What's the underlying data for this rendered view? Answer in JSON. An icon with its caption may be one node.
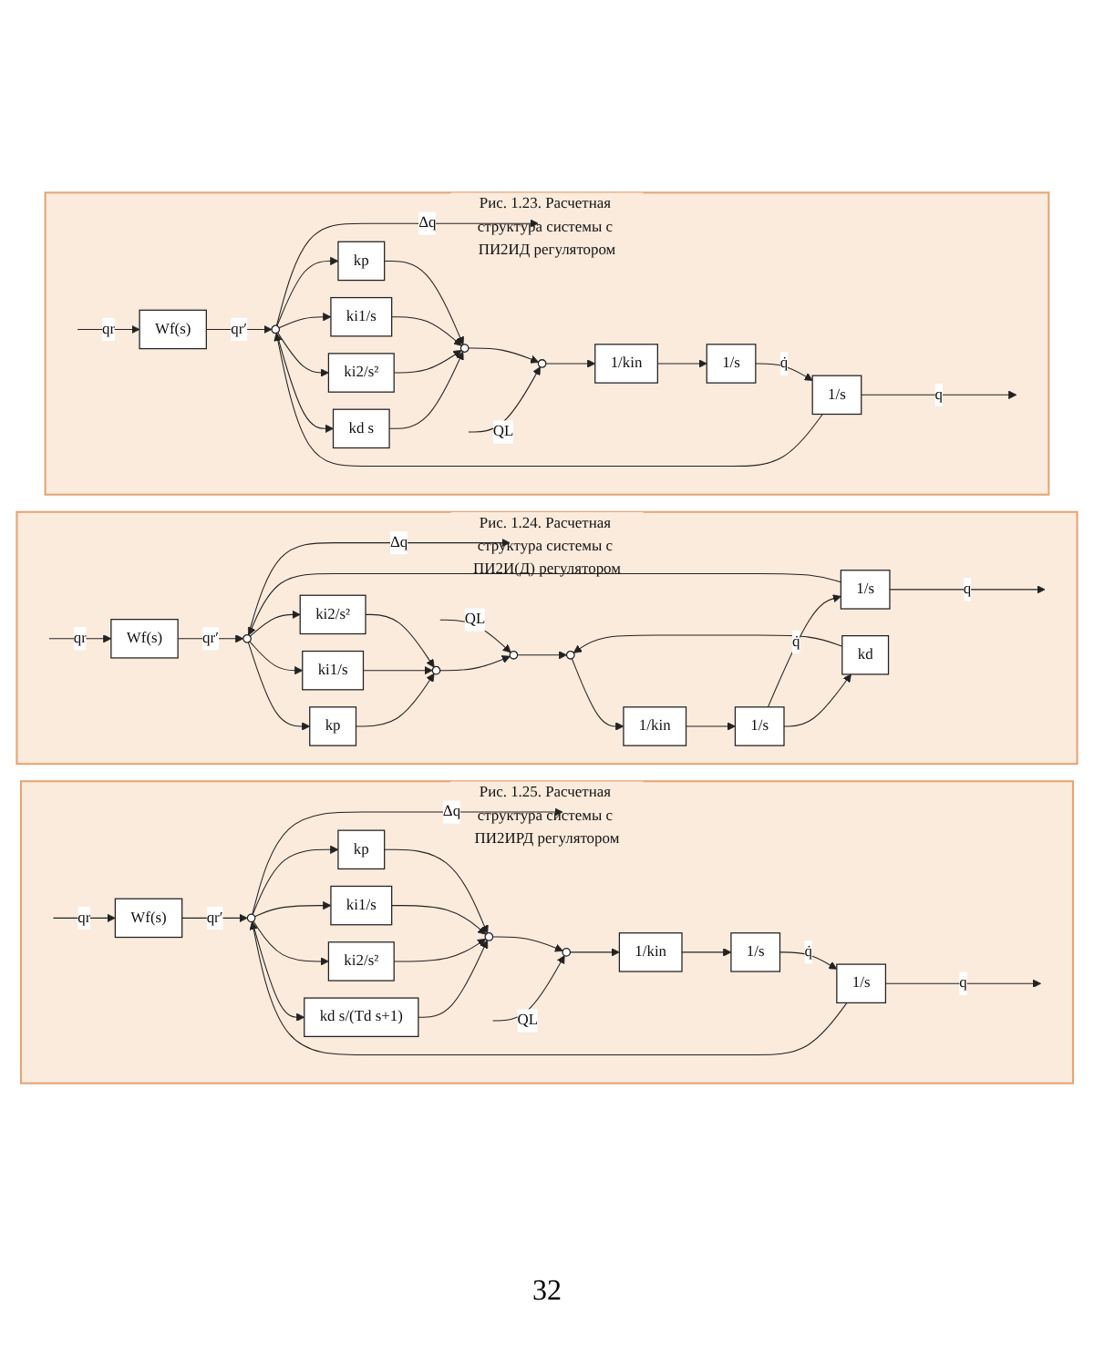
{
  "diagram": {
    "nodes": [
      {
        "text": [],
        "shape": "box",
        "beside": [
          "Рис. 1.23. Расчетная структура системы с ПИ2ИД регулятором"
        ]
      },
      {
        "text": [
          "Wf(s)"
        ],
        "in": 0
      },
      {
        "text": [],
        "shape": "circle",
        "in": 0
      },
      {
        "text": [
          "kp"
        ],
        "in": 0
      },
      {
        "text": [
          "ki1/s"
        ],
        "in": 0
      },
      {
        "text": [
          "ki2/s²"
        ],
        "in": 0
      },
      {
        "text": [
          "kd s"
        ],
        "in": 0
      },
      {
        "text": [],
        "shape": "circle",
        "in": 0
      },
      {
        "text": [],
        "shape": "circle",
        "in": 0
      },
      {
        "text": [
          "1/kin"
        ],
        "in": 0
      },
      {
        "text": [
          "1/s"
        ],
        "in": 0
      },
      {
        "text": [
          "1/s"
        ],
        "in": 0
      },
      {
        "text": [],
        "shape": "box",
        "beside": [
          "Рис. 1.24. Расчетная структура системы с ПИ2И(Д) регулятором"
        ]
      },
      {
        "text": [
          "Wf(s)"
        ],
        "in": 12
      },
      {
        "text": [],
        "shape": "circle",
        "in": 12
      },
      {
        "text": [
          "kp"
        ],
        "in": 12
      },
      {
        "text": [
          "ki1/s"
        ],
        "in": 12
      },
      {
        "text": [
          "ki2/s²"
        ],
        "in": 12
      },
      {
        "text": [],
        "shape": "circle",
        "in": 12
      },
      {
        "text": [],
        "shape": "circle",
        "in": 12
      },
      {
        "text": [],
        "shape": "circle",
        "in": 12
      },
      {
        "text": [
          "1/kin"
        ],
        "in": 12
      },
      {
        "text": [
          "1/s"
        ],
        "in": 12
      },
      {
        "text": [
          "kd"
        ],
        "in": 12
      },
      {
        "text": [
          "1/s"
        ],
        "in": 12
      },
      {
        "text": [],
        "shape": "box",
        "beside": [
          "Рис. 1.25. Расчетная структура системы с ПИ2ИРД регулятором"
        ]
      },
      {
        "text": [
          "Wf(s)"
        ],
        "in": 25
      },
      {
        "text": [],
        "shape": "circle",
        "in": 25
      },
      {
        "text": [
          "kp"
        ],
        "in": 25
      },
      {
        "text": [
          "ki1/s"
        ],
        "in": 25
      },
      {
        "text": [
          "ki2/s²"
        ],
        "in": 25
      },
      {
        "text": [
          "kd s/(Td s+1)"
        ],
        "in": 25
      },
      {
        "text": [],
        "shape": "circle",
        "in": 25
      },
      {
        "text": [],
        "shape": "circle",
        "in": 25
      },
      {
        "text": [
          "1/kin"
        ],
        "in": 25
      },
      {
        "text": [
          "1/s"
        ],
        "in": 25
      },
      {
        "text": [
          "1/s"
        ],
        "in": 25
      }
    ],
    "edges": [
      {
        "from": null,
        "to": 1,
        "arrow": "to",
        "label": "qr"
      },
      {
        "from": 1,
        "to": 2,
        "arrow": "to",
        "label": "qr′"
      },
      {
        "from": 2,
        "to": 3,
        "arrow": "to"
      },
      {
        "from": 2,
        "to": 4,
        "arrow": "to"
      },
      {
        "from": 2,
        "to": 5,
        "arrow": "to"
      },
      {
        "from": 2,
        "to": 6,
        "arrow": "to"
      },
      {
        "from": 2,
        "to": null,
        "arrow": "to",
        "label": "Δq"
      },
      {
        "from": 3,
        "to": 7,
        "arrow": "to"
      },
      {
        "from": 4,
        "to": 7,
        "arrow": "to"
      },
      {
        "from": 5,
        "to": 7,
        "arrow": "to"
      },
      {
        "from": 6,
        "to": 7,
        "arrow": "to"
      },
      {
        "from": 7,
        "to": 8,
        "arrow": "to"
      },
      {
        "from": null,
        "to": 8,
        "arrow": "to",
        "label": "QL"
      },
      {
        "from": 8,
        "to": 9,
        "arrow": "to"
      },
      {
        "from": 9,
        "to": 10,
        "arrow": "to"
      },
      {
        "from": 10,
        "to": 11,
        "arrow": "to",
        "label": "q̇"
      },
      {
        "from": 11,
        "to": null,
        "arrow": "to",
        "label": "q"
      },
      {
        "from": 11,
        "to": 2,
        "arrow": "to"
      },
      {
        "from": null,
        "to": 13,
        "arrow": "to",
        "label": "qr"
      },
      {
        "from": 13,
        "to": 14,
        "arrow": "to",
        "label": "qr′"
      },
      {
        "from": 14,
        "to": 15,
        "arrow": "to"
      },
      {
        "from": 14,
        "to": 16,
        "arrow": "to"
      },
      {
        "from": 14,
        "to": 17,
        "arrow": "to"
      },
      {
        "from": 14,
        "to": null,
        "arrow": "to",
        "label": "Δq"
      },
      {
        "from": 15,
        "to": 18,
        "arrow": "to"
      },
      {
        "from": 16,
        "to": 18,
        "arrow": "to"
      },
      {
        "from": 17,
        "to": 18,
        "arrow": "to"
      },
      {
        "from": 18,
        "to": 19,
        "arrow": "to"
      },
      {
        "from": null,
        "to": 19,
        "arrow": "to",
        "label": "QL"
      },
      {
        "from": 19,
        "to": 20,
        "arrow": "to"
      },
      {
        "from": 20,
        "to": 21,
        "arrow": "to"
      },
      {
        "from": 21,
        "to": 22,
        "arrow": "to"
      },
      {
        "from": 22,
        "to": 24,
        "arrow": "to",
        "label": "q̇"
      },
      {
        "from": 22,
        "to": 23,
        "arrow": "to"
      },
      {
        "from": 23,
        "to": 20,
        "arrow": "to"
      },
      {
        "from": 24,
        "to": null,
        "arrow": "to",
        "label": "q"
      },
      {
        "from": 24,
        "to": 14,
        "arrow": "to"
      },
      {
        "from": null,
        "to": 26,
        "arrow": "to",
        "label": "qr"
      },
      {
        "from": 26,
        "to": 27,
        "arrow": "to",
        "label": "qr′"
      },
      {
        "from": 27,
        "to": 28,
        "arrow": "to"
      },
      {
        "from": 27,
        "to": 29,
        "arrow": "to"
      },
      {
        "from": 27,
        "to": 30,
        "arrow": "to"
      },
      {
        "from": 27,
        "to": 31,
        "arrow": "to"
      },
      {
        "from": 27,
        "to": null,
        "arrow": "to",
        "label": "Δq"
      },
      {
        "from": 28,
        "to": 32,
        "arrow": "to"
      },
      {
        "from": 29,
        "to": 32,
        "arrow": "to"
      },
      {
        "from": 30,
        "to": 32,
        "arrow": "to"
      },
      {
        "from": 31,
        "to": 32,
        "arrow": "to"
      },
      {
        "from": 32,
        "to": 33,
        "arrow": "to"
      },
      {
        "from": null,
        "to": 33,
        "arrow": "to",
        "label": "QL"
      },
      {
        "from": 33,
        "to": 34,
        "arrow": "to"
      },
      {
        "from": 34,
        "to": 35,
        "arrow": "to"
      },
      {
        "from": 35,
        "to": 36,
        "arrow": "to",
        "label": "q̇"
      },
      {
        "from": 36,
        "to": null,
        "arrow": "to",
        "label": "q"
      },
      {
        "from": 36,
        "to": 27,
        "arrow": "to"
      }
    ],
    "labels": [
      "32"
    ]
  }
}
